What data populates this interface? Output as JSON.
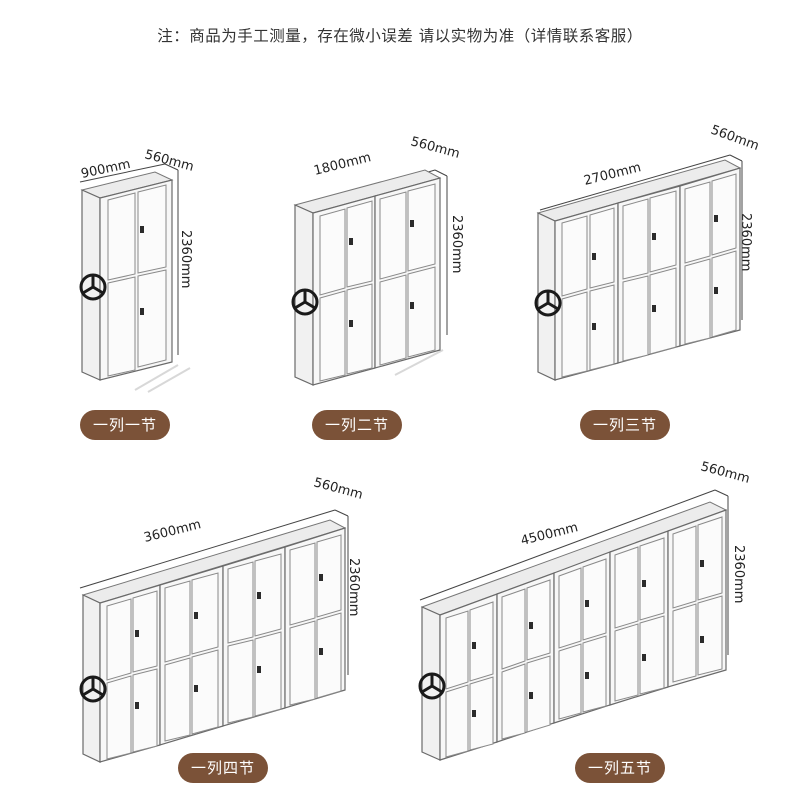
{
  "header": {
    "note": "注：商品为手工测量，存在微小误差 请以实物为准（详情联系客服）"
  },
  "depth_label": "560mm",
  "height_label": "2360mm",
  "products": [
    {
      "label": "一列一节",
      "width_label": "900mm"
    },
    {
      "label": "一列二节",
      "width_label": "1800mm"
    },
    {
      "label": "一列三节",
      "width_label": "2700mm"
    },
    {
      "label": "一列四节",
      "width_label": "3600mm"
    },
    {
      "label": "一列五节",
      "width_label": "4500mm"
    }
  ],
  "colors": {
    "badge": "#7b5238",
    "badge_text": "#ffffff"
  },
  "icons": [
    "handwheel-icon",
    "lock-icon"
  ]
}
